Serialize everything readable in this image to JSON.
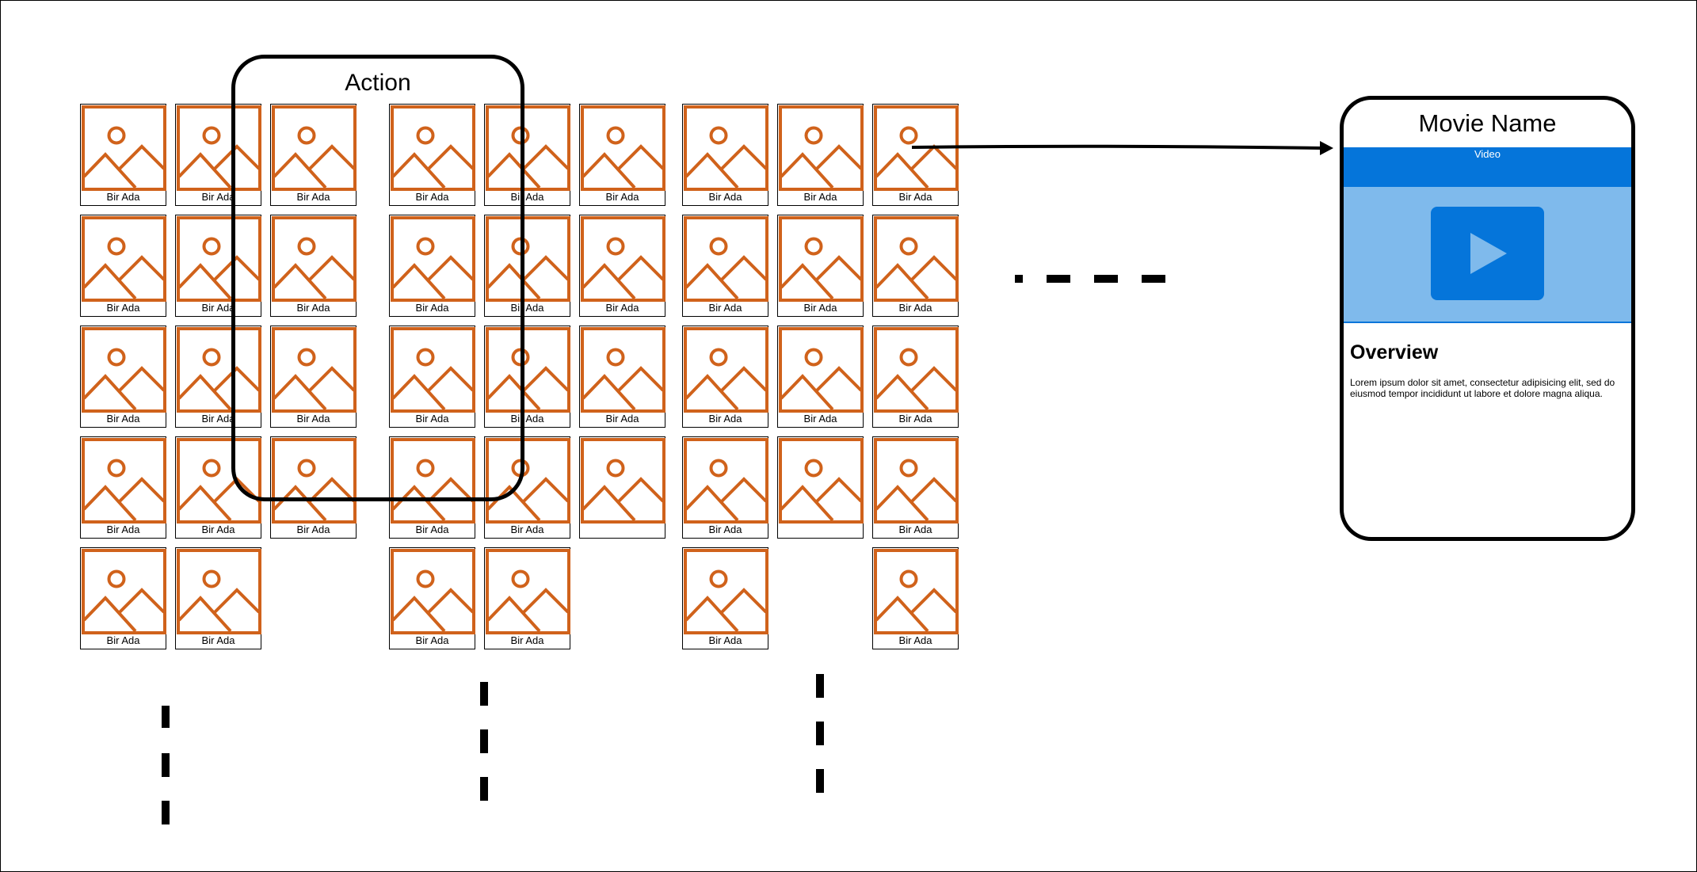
{
  "card_caption": "Bir Ada",
  "action_group": {
    "title": "Action"
  },
  "detail_screen": {
    "movie_name": "Movie Name",
    "video_label": "Video",
    "overview_title": "Overview",
    "overview_text": "Lorem ipsum dolor sit amet, consectetur adipisicing elit, sed do eiusmod tempor incididunt ut labore et dolore magna aliqua."
  },
  "colors": {
    "image_icon": "#d0621b",
    "video_header": "#0575da",
    "video_area": "#7fbaec",
    "play_triangle": "#7fbaec"
  },
  "grid": {
    "rows": 5,
    "columns": 9,
    "cards": [
      {
        "row": 1,
        "col": 1,
        "caption": true
      },
      {
        "row": 1,
        "col": 2,
        "caption": true
      },
      {
        "row": 1,
        "col": 3,
        "caption": true
      },
      {
        "row": 1,
        "col": 4,
        "caption": true
      },
      {
        "row": 1,
        "col": 5,
        "caption": true
      },
      {
        "row": 1,
        "col": 6,
        "caption": true
      },
      {
        "row": 1,
        "col": 7,
        "caption": true
      },
      {
        "row": 1,
        "col": 8,
        "caption": true
      },
      {
        "row": 1,
        "col": 9,
        "caption": true
      },
      {
        "row": 2,
        "col": 1,
        "caption": true
      },
      {
        "row": 2,
        "col": 2,
        "caption": true
      },
      {
        "row": 2,
        "col": 3,
        "caption": true
      },
      {
        "row": 2,
        "col": 4,
        "caption": true
      },
      {
        "row": 2,
        "col": 5,
        "caption": true
      },
      {
        "row": 2,
        "col": 6,
        "caption": true
      },
      {
        "row": 2,
        "col": 7,
        "caption": true
      },
      {
        "row": 2,
        "col": 8,
        "caption": true
      },
      {
        "row": 2,
        "col": 9,
        "caption": true
      },
      {
        "row": 3,
        "col": 1,
        "caption": true
      },
      {
        "row": 3,
        "col": 2,
        "caption": true
      },
      {
        "row": 3,
        "col": 3,
        "caption": true
      },
      {
        "row": 3,
        "col": 4,
        "caption": true
      },
      {
        "row": 3,
        "col": 5,
        "caption": true
      },
      {
        "row": 3,
        "col": 6,
        "caption": true
      },
      {
        "row": 3,
        "col": 7,
        "caption": true
      },
      {
        "row": 3,
        "col": 8,
        "caption": true
      },
      {
        "row": 3,
        "col": 9,
        "caption": true
      },
      {
        "row": 4,
        "col": 1,
        "caption": true
      },
      {
        "row": 4,
        "col": 2,
        "caption": true
      },
      {
        "row": 4,
        "col": 3,
        "caption": true
      },
      {
        "row": 4,
        "col": 4,
        "caption": true
      },
      {
        "row": 4,
        "col": 5,
        "caption": true
      },
      {
        "row": 4,
        "col": 6,
        "caption": false
      },
      {
        "row": 4,
        "col": 7,
        "caption": true
      },
      {
        "row": 4,
        "col": 8,
        "caption": false
      },
      {
        "row": 4,
        "col": 9,
        "caption": true
      },
      {
        "row": 5,
        "col": 1,
        "caption": true
      },
      {
        "row": 5,
        "col": 2,
        "caption": true
      },
      {
        "row": 5,
        "col": 4,
        "caption": true
      },
      {
        "row": 5,
        "col": 5,
        "caption": true
      },
      {
        "row": 5,
        "col": 7,
        "caption": true
      },
      {
        "row": 5,
        "col": 9,
        "caption": true
      }
    ]
  },
  "connectors": [
    {
      "name": "arrow-to-detail",
      "kind": "arrow",
      "from": "card r1 c9",
      "to": "detail screen"
    },
    {
      "name": "dashes-horizontal-more",
      "kind": "dashed-line",
      "direction": "horizontal"
    },
    {
      "name": "dashes-vertical-left",
      "kind": "dashed-line",
      "direction": "vertical"
    },
    {
      "name": "dashes-vertical-middle",
      "kind": "dashed-line",
      "direction": "vertical"
    },
    {
      "name": "dashes-vertical-right",
      "kind": "dashed-line",
      "direction": "vertical"
    }
  ]
}
